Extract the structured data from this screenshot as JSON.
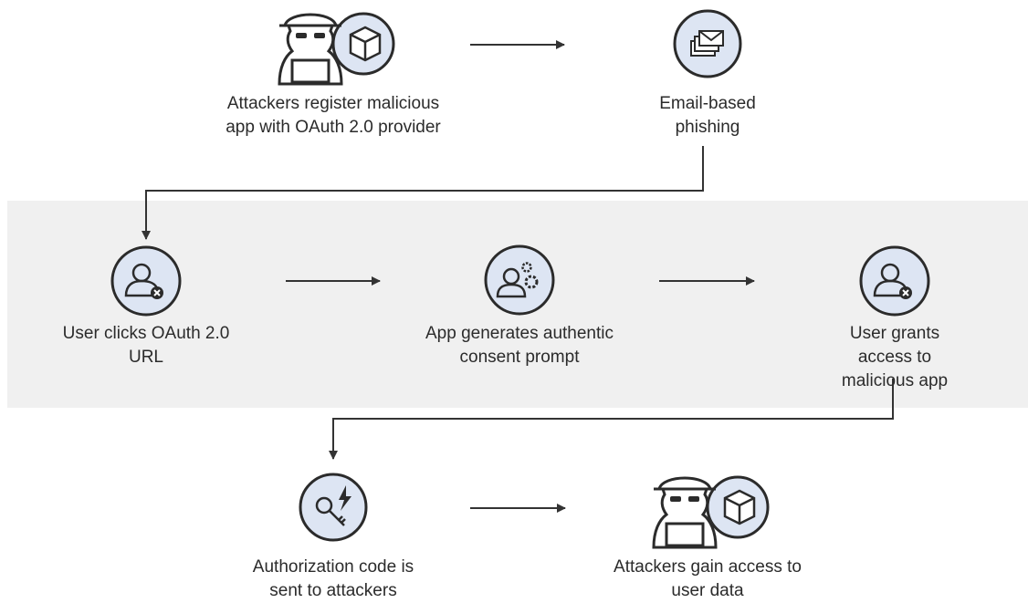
{
  "diagram": {
    "steps": [
      {
        "label": "Attackers register malicious\napp with OAuth 2.0 provider",
        "icon": "attacker-package-icon"
      },
      {
        "label": "Email-based\nphishing",
        "icon": "email-stack-icon"
      },
      {
        "label": "User clicks OAuth 2.0\nURL",
        "icon": "user-blocked-icon"
      },
      {
        "label": "App generates authentic\nconsent prompt",
        "icon": "user-gears-icon"
      },
      {
        "label": "User grants access to\nmalicious app",
        "icon": "user-blocked-icon"
      },
      {
        "label": "Authorization code is\nsent to attackers",
        "icon": "key-lightning-icon"
      },
      {
        "label": "Attackers gain access to\nuser data",
        "icon": "attacker-package-icon"
      }
    ],
    "colors": {
      "circle_fill": "#dde5f3",
      "outline": "#2b2b2b",
      "band": "#f0f0f0",
      "arrow": "#333333"
    }
  }
}
